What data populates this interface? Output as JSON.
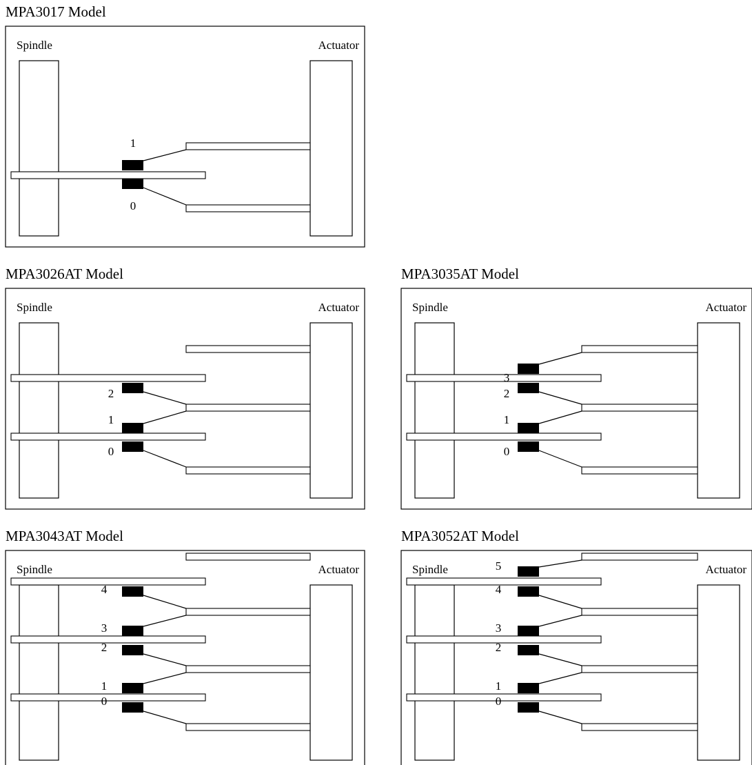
{
  "labels": {
    "spindle": "Spindle",
    "actuator": "Actuator"
  },
  "panels": [
    {
      "title": "MPA3017 Model",
      "heads": [
        "0",
        "1"
      ]
    },
    {
      "title": "MPA3026AT Model",
      "heads": [
        "0",
        "1",
        "2"
      ]
    },
    {
      "title": "MPA3035AT Model",
      "heads": [
        "0",
        "1",
        "2",
        "3"
      ]
    },
    {
      "title": "MPA3043AT Model",
      "heads": [
        "0",
        "1",
        "2",
        "3",
        "4"
      ]
    },
    {
      "title": "MPA3052AT Model",
      "heads": [
        "0",
        "1",
        "2",
        "3",
        "4",
        "5"
      ]
    }
  ]
}
